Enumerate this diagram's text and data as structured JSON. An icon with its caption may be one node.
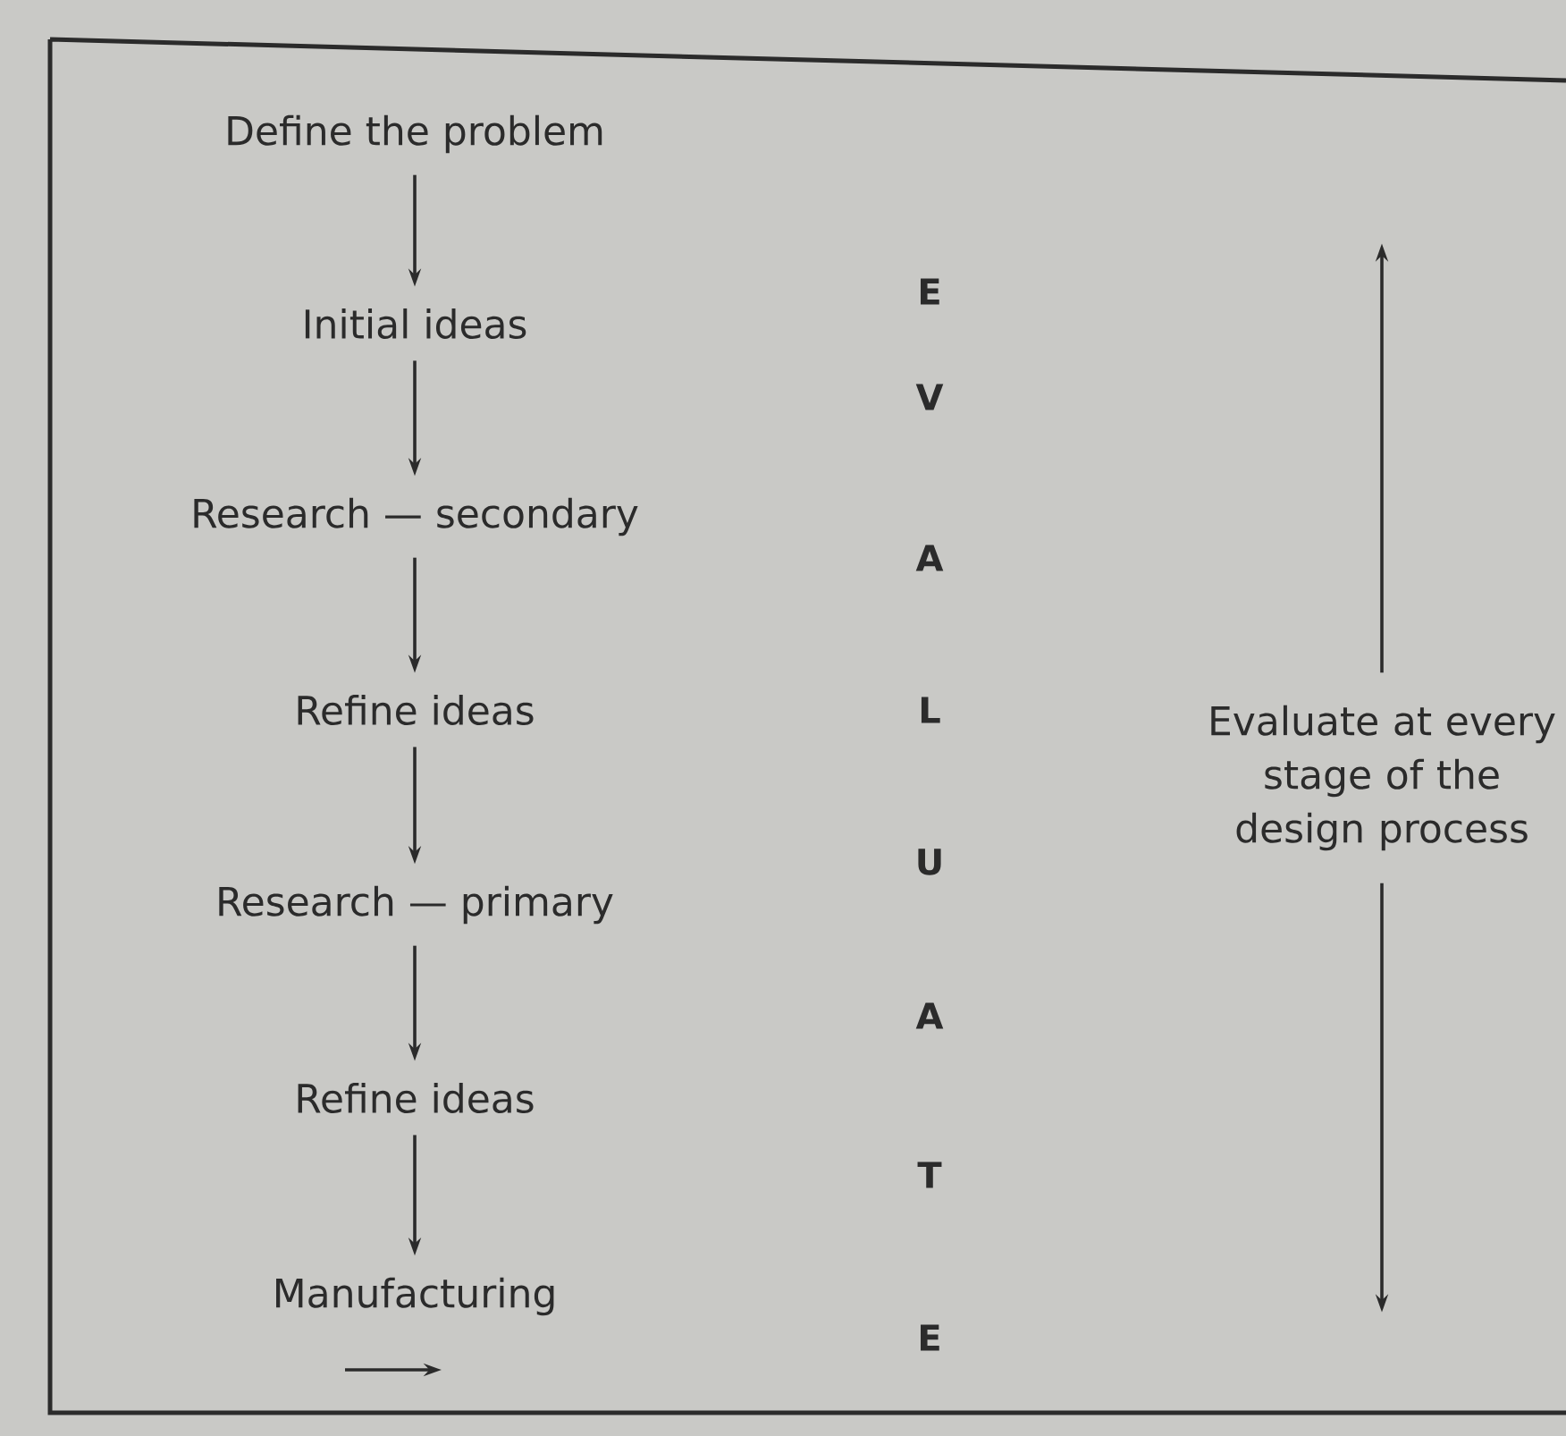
{
  "diagram": {
    "nodes": [
      {
        "text": [
          "Define the problem"
        ]
      },
      {
        "text": [
          "Initial ideas"
        ]
      },
      {
        "text": [
          "Research — secondary"
        ]
      },
      {
        "text": [
          "Refine ideas"
        ]
      },
      {
        "text": [
          "Research — primary"
        ]
      },
      {
        "text": [
          "Refine ideas"
        ]
      },
      {
        "text": [
          "Manufacturing"
        ]
      },
      {
        "text": [
          "Evaluate at every stage of the design process"
        ]
      }
    ],
    "edges": [
      {
        "from": 0,
        "to": 1,
        "arrow": "to"
      },
      {
        "from": 1,
        "to": 2,
        "arrow": "to"
      },
      {
        "from": 2,
        "to": 3,
        "arrow": "to"
      },
      {
        "from": 3,
        "to": 4,
        "arrow": "to"
      },
      {
        "from": 4,
        "to": 5,
        "arrow": "to"
      },
      {
        "from": 5,
        "to": 6,
        "arrow": "to"
      },
      {
        "from": 7,
        "to": null,
        "arrow": "to"
      },
      {
        "from": 7,
        "to": null,
        "arrow": "to"
      }
    ],
    "labels": [
      "E",
      "V",
      "A",
      "L",
      "U",
      "A",
      "T",
      "E"
    ]
  }
}
